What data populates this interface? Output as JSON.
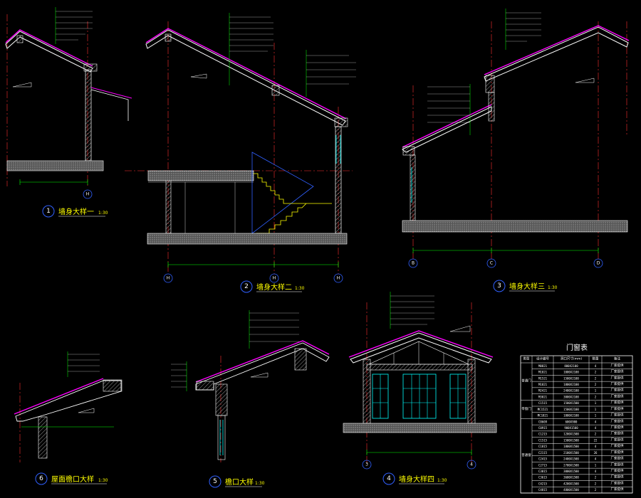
{
  "drawings": [
    {
      "num": "1",
      "title": "墙身大样一",
      "scale": "1:30"
    },
    {
      "num": "2",
      "title": "墙身大样二",
      "scale": "1:30"
    },
    {
      "num": "3",
      "title": "墙身大样三",
      "scale": "1:30"
    },
    {
      "num": "4",
      "title": "墙身大样四",
      "scale": "1:30"
    },
    {
      "num": "5",
      "title": "檐口大样",
      "scale": "1:30"
    },
    {
      "num": "6",
      "title": "屋面檐口大样",
      "scale": "1:30"
    }
  ],
  "grid_labels": {
    "d1": [
      "H"
    ],
    "d2": [
      "H",
      "H",
      "H"
    ],
    "d3": [
      "B",
      "C",
      "D"
    ],
    "d4": [
      "3",
      "4"
    ]
  },
  "window_table": {
    "title": "门窗表",
    "headers": [
      "类型",
      "设计编号",
      "洞口尺寸(mm)",
      "数量",
      "备注"
    ],
    "rows": [
      {
        "code": "M0821",
        "size": "800X2100",
        "qty": "4",
        "note": "厂家提供"
      },
      {
        "code": "M1021",
        "size": "1000X2100",
        "qty": "2",
        "note": "厂家提供"
      },
      {
        "code": "M1521",
        "size": "1500X2100",
        "qty": "2",
        "note": "厂家提供"
      },
      {
        "code": "M1821",
        "size": "1800X2100",
        "qty": "2",
        "note": "厂家提供"
      },
      {
        "code": "M2421",
        "size": "2400X2100",
        "qty": "1",
        "note": "厂家提供"
      },
      {
        "code": "M3021",
        "size": "3000X2100",
        "qty": "2",
        "note": "厂家提供"
      },
      {
        "code": "C1515",
        "size": "1500X1500",
        "qty": "1",
        "note": "厂家提供"
      },
      {
        "code": "MC1521",
        "size": "1500X2100",
        "qty": "1",
        "note": "厂家提供"
      },
      {
        "code": "MC1821",
        "size": "1800X2100",
        "qty": "1",
        "note": "厂家提供"
      },
      {
        "code": "C0609",
        "size": "600X900",
        "qty": "4",
        "note": "厂家提供"
      },
      {
        "code": "C0915",
        "size": "900X1500",
        "qty": "4",
        "note": "厂家提供"
      },
      {
        "code": "C1215",
        "size": "1200X1500",
        "qty": "2",
        "note": "厂家提供"
      },
      {
        "code": "C1515",
        "size": "1500X1500",
        "qty": "22",
        "note": "厂家提供"
      },
      {
        "code": "C1815",
        "size": "1800X1500",
        "qty": "4",
        "note": "厂家提供"
      },
      {
        "code": "C2115",
        "size": "2100X1500",
        "qty": "26",
        "note": "厂家提供"
      },
      {
        "code": "C2415",
        "size": "2400X1500",
        "qty": "4",
        "note": "厂家提供"
      },
      {
        "code": "C2715",
        "size": "2700X1500",
        "qty": "1",
        "note": "厂家提供"
      },
      {
        "code": "C3015",
        "size": "3000X1500",
        "qty": "4",
        "note": "厂家提供"
      },
      {
        "code": "C3615",
        "size": "3600X1500",
        "qty": "2",
        "note": "厂家提供"
      },
      {
        "code": "C4215",
        "size": "4200X1500",
        "qty": "2",
        "note": "厂家提供"
      },
      {
        "code": "C4815",
        "size": "4800X1500",
        "qty": "2",
        "note": "厂家提供"
      }
    ],
    "categories": [
      {
        "label": "普通门",
        "from": 0,
        "to": 5
      },
      {
        "label": "带窗门",
        "from": 6,
        "to": 8
      },
      {
        "label": "普通窗",
        "from": 9,
        "to": 20
      }
    ]
  },
  "colors": {
    "background": "#000000",
    "wall": "#ffffff",
    "roof_layer": "#ff00ff",
    "axis": "#ff3030",
    "dimension": "#00ff00",
    "annotation": "#ffffff",
    "title": "#ffff00",
    "circle": "#3060ff",
    "stair": "#ffff00",
    "window": "#00ffff",
    "hatch": "#888888"
  }
}
